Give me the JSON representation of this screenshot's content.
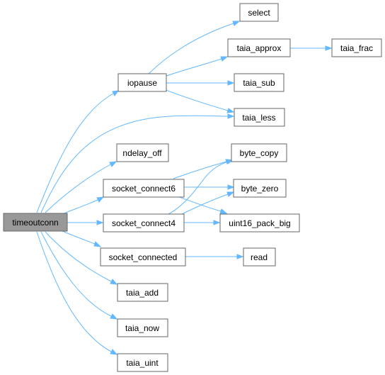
{
  "diagram": {
    "type": "call-graph",
    "root": "timeoutconn",
    "nodes": {
      "timeoutconn": "timeoutconn",
      "iopause": "iopause",
      "select": "select",
      "taia_approx": "taia_approx",
      "taia_frac": "taia_frac",
      "taia_sub": "taia_sub",
      "taia_less": "taia_less",
      "ndelay_off": "ndelay_off",
      "socket_connect6": "socket_connect6",
      "socket_connect4": "socket_connect4",
      "byte_copy": "byte_copy",
      "byte_zero": "byte_zero",
      "uint16_pack_big": "uint16_pack_big",
      "socket_connected": "socket_connected",
      "read": "read",
      "taia_add": "taia_add",
      "taia_now": "taia_now",
      "taia_uint": "taia_uint"
    },
    "edges": [
      [
        "timeoutconn",
        "iopause"
      ],
      [
        "timeoutconn",
        "taia_less"
      ],
      [
        "timeoutconn",
        "ndelay_off"
      ],
      [
        "timeoutconn",
        "socket_connect6"
      ],
      [
        "timeoutconn",
        "socket_connect4"
      ],
      [
        "timeoutconn",
        "socket_connected"
      ],
      [
        "timeoutconn",
        "taia_add"
      ],
      [
        "timeoutconn",
        "taia_now"
      ],
      [
        "timeoutconn",
        "taia_uint"
      ],
      [
        "iopause",
        "select"
      ],
      [
        "iopause",
        "taia_approx"
      ],
      [
        "iopause",
        "taia_sub"
      ],
      [
        "iopause",
        "taia_less"
      ],
      [
        "taia_approx",
        "taia_frac"
      ],
      [
        "socket_connect6",
        "byte_copy"
      ],
      [
        "socket_connect6",
        "byte_zero"
      ],
      [
        "socket_connect6",
        "uint16_pack_big"
      ],
      [
        "socket_connect4",
        "byte_copy"
      ],
      [
        "socket_connect4",
        "byte_zero"
      ],
      [
        "socket_connect4",
        "uint16_pack_big"
      ],
      [
        "socket_connected",
        "read"
      ]
    ],
    "colors": {
      "edge": "#63b8ff",
      "root_fill": "#999999",
      "node_fill": "#ffffff",
      "node_border": "#666666"
    }
  }
}
